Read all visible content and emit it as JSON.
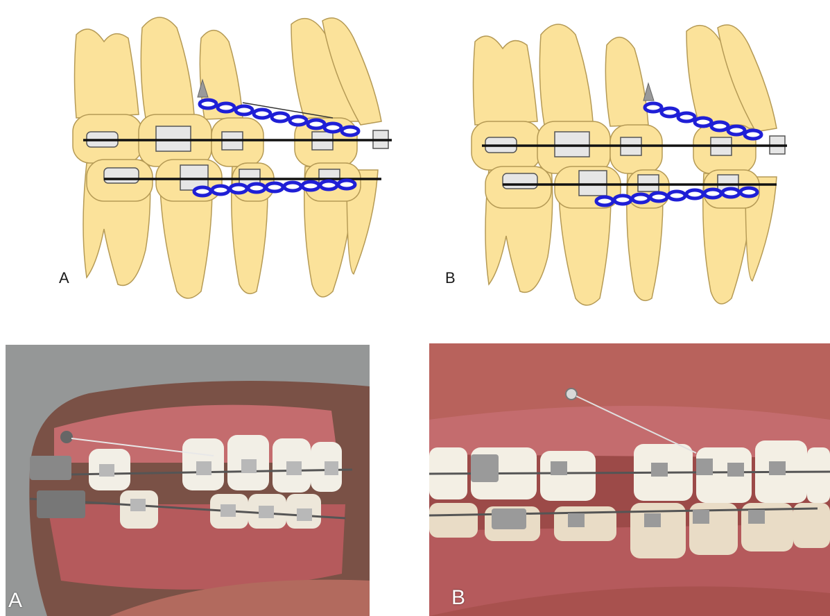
{
  "figure": {
    "diagram_a": {
      "label": "A"
    },
    "diagram_b": {
      "label": "B"
    },
    "photo_a": {
      "label": "A"
    },
    "photo_b": {
      "label": "B"
    }
  },
  "colors": {
    "tooth_fill": "#fbe29a",
    "tooth_stroke": "#b59a55",
    "bracket_fill": "#e6e6e6",
    "archwire": "#111111",
    "elastic_chain": "#1f1fd6",
    "mini_screw": "#9a9a9a",
    "gum": "#c97a7a"
  }
}
